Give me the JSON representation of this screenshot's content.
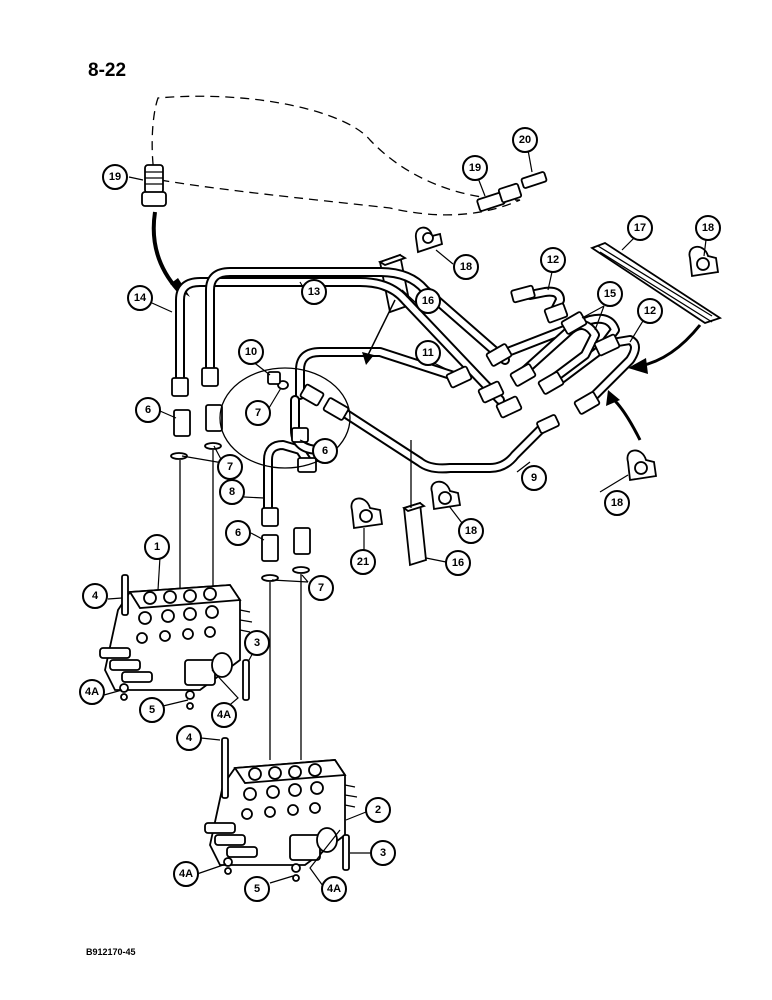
{
  "page_number": "8-22",
  "figure_code": "B912170-45",
  "callouts": [
    {
      "label": "19"
    },
    {
      "label": "20"
    },
    {
      "label": "19"
    },
    {
      "label": "17"
    },
    {
      "label": "18"
    },
    {
      "label": "18"
    },
    {
      "label": "12"
    },
    {
      "label": "14"
    },
    {
      "label": "13"
    },
    {
      "label": "16"
    },
    {
      "label": "15"
    },
    {
      "label": "12"
    },
    {
      "label": "10"
    },
    {
      "label": "11"
    },
    {
      "label": "7"
    },
    {
      "label": "6"
    },
    {
      "label": "6"
    },
    {
      "label": "7"
    },
    {
      "label": "9"
    },
    {
      "label": "18"
    },
    {
      "label": "8"
    },
    {
      "label": "18"
    },
    {
      "label": "6"
    },
    {
      "label": "21"
    },
    {
      "label": "16"
    },
    {
      "label": "7"
    },
    {
      "label": "1"
    },
    {
      "label": "4"
    },
    {
      "label": "3"
    },
    {
      "label": "4A"
    },
    {
      "label": "5"
    },
    {
      "label": "4A"
    },
    {
      "label": "4"
    },
    {
      "label": "2"
    },
    {
      "label": "3"
    },
    {
      "label": "4A"
    },
    {
      "label": "5"
    },
    {
      "label": "4A"
    }
  ]
}
